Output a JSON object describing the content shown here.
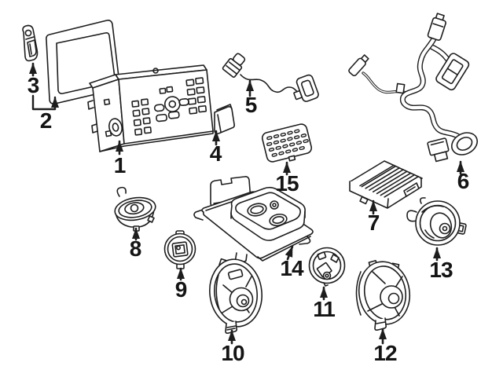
{
  "diagram": {
    "background_color": "#ffffff",
    "line_color": "#1d1d1d",
    "callouts": [
      {
        "label": "1",
        "part": "radio-head-unit"
      },
      {
        "label": "2",
        "part": "display-screen-assembly"
      },
      {
        "label": "3",
        "part": "display-trim-piece"
      },
      {
        "label": "4",
        "part": "memory-card"
      },
      {
        "label": "5",
        "part": "aux-input-cable"
      },
      {
        "label": "6",
        "part": "wiring-harness"
      },
      {
        "label": "7",
        "part": "amplifier"
      },
      {
        "label": "8",
        "part": "tweeter-speaker"
      },
      {
        "label": "9",
        "part": "small-round-speaker"
      },
      {
        "label": "10",
        "part": "front-woofer-speaker"
      },
      {
        "label": "11",
        "part": "mid-range-speaker"
      },
      {
        "label": "12",
        "part": "rear-woofer-speaker"
      },
      {
        "label": "13",
        "part": "door-speaker"
      },
      {
        "label": "14",
        "part": "subwoofer-enclosure"
      },
      {
        "label": "15",
        "part": "speaker-grille"
      }
    ]
  }
}
